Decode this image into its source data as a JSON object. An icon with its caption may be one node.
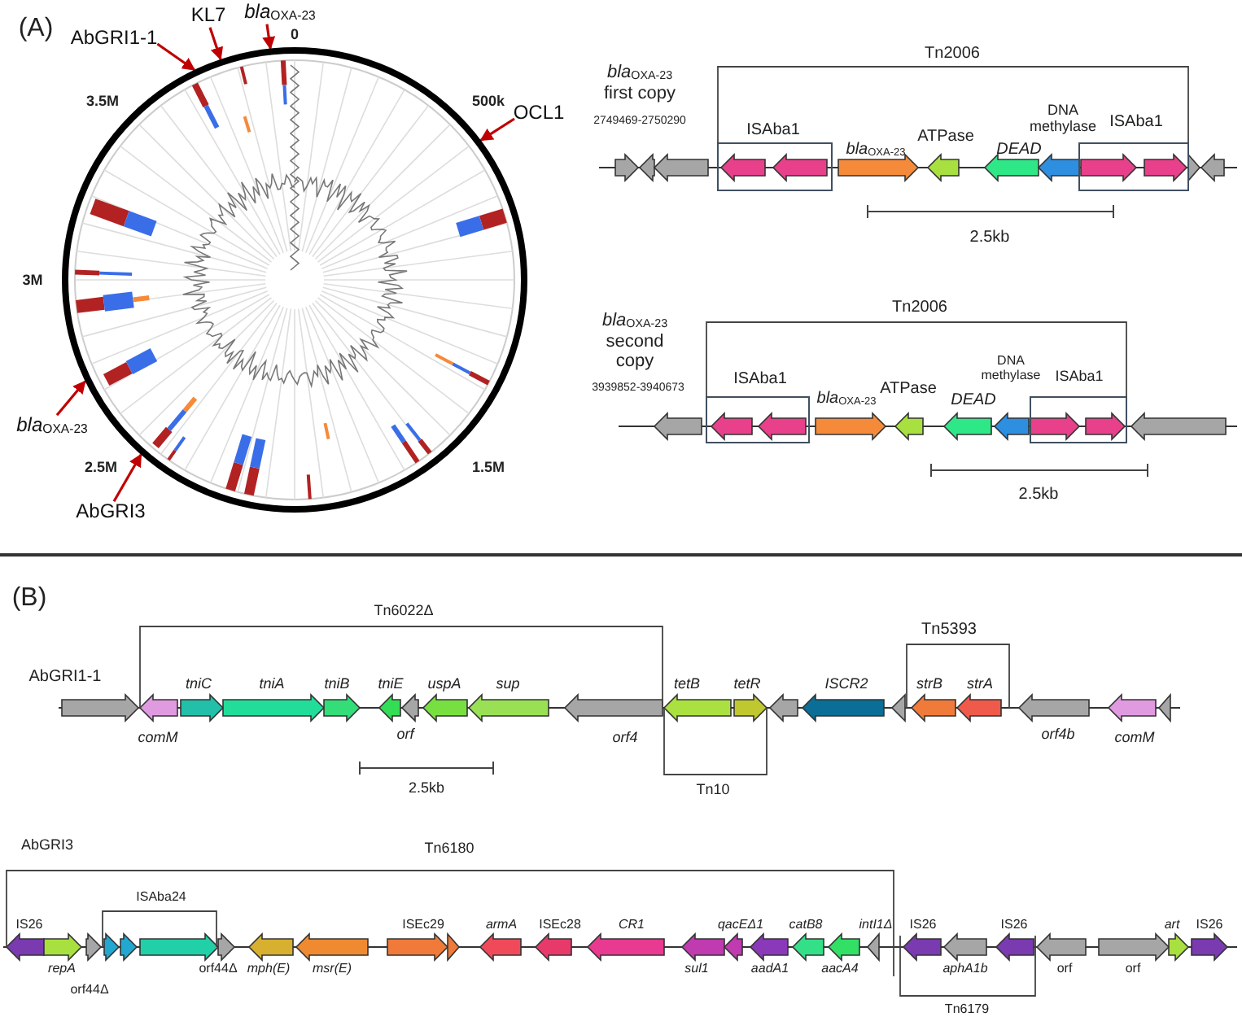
{
  "diagram": {
    "nodes": [
      {
        "text": [],
        "shape": "circle"
      },
      {
        "text": [
          "AbGRI1-1"
        ]
      },
      {
        "text": [
          "KL7"
        ]
      },
      {
        "text": [
          "*bla*$_{OXA-23}$"
        ]
      },
      {
        "text": [
          "OCL1"
        ]
      },
      {
        "text": [
          "*bla*$_{OXA-23}$"
        ]
      },
      {
        "text": [
          "AbGRI3"
        ]
      }
    ],
    "edges": [
      {
        "from": 1,
        "to": 0,
        "arrow": "to",
        "color": "#c00000"
      },
      {
        "from": 2,
        "to": 0,
        "arrow": "to",
        "color": "#c00000"
      },
      {
        "from": 3,
        "to": 0,
        "arrow": "to",
        "color": "#c00000"
      },
      {
        "from": 4,
        "to": 0,
        "arrow": "to",
        "color": "#c00000"
      },
      {
        "from": 5,
        "to": 0,
        "arrow": "to",
        "color": "#c00000"
      },
      {
        "from": 6,
        "to": 0,
        "arrow": "to",
        "color": "#c00000"
      }
    ],
    "labels": [
      "(A)",
      "0",
      "3.5M",
      "500k",
      "3M",
      "2.5M",
      "1.5M",
      "Tn2006",
      "*bla*$_{OXA-23}$ first copy",
      "2749469-2750290",
      "ISAba1",
      "*bla*$_{OXA-23}$",
      "ATPase",
      "DNA methylase",
      "ISAba1",
      "DEAD",
      "2.5kb",
      "Tn2006",
      "*bla*$_{OXA-23}$ second copy",
      "3939852-3940673",
      "ISAba1",
      "*bla*$_{OXA-23}$",
      "ATPase",
      "DNA methylase",
      "ISAba1",
      "DEAD",
      "2.5kb",
      "(B)",
      "Tn6022Δ",
      "AbGRI1-1",
      "Tn5393",
      "tniC",
      "tniA",
      "tniB",
      "tniE",
      "uspA",
      "sup",
      "tetB",
      "tetR",
      "ISCR2",
      "strB",
      "strA",
      "comM",
      "orf",
      "orf4",
      "orf4b",
      "comM",
      "2.5kb",
      "Tn10",
      "AbGRI3",
      "Tn6180",
      "ISAba24",
      "IS26",
      "ISEc29",
      "armA",
      "ISEc28",
      "CR1",
      "qacEΔ1",
      "catB8",
      "intI1Δ",
      "IS26",
      "IS26",
      "art",
      "IS26",
      "repA",
      "orf44Δ",
      "mph(E)",
      "msr(E)",
      "sul1",
      "aadA1",
      "aacA4",
      "aphA1b",
      "orf",
      "orf",
      "orf44Δ",
      "Tn6179"
    ]
  }
}
